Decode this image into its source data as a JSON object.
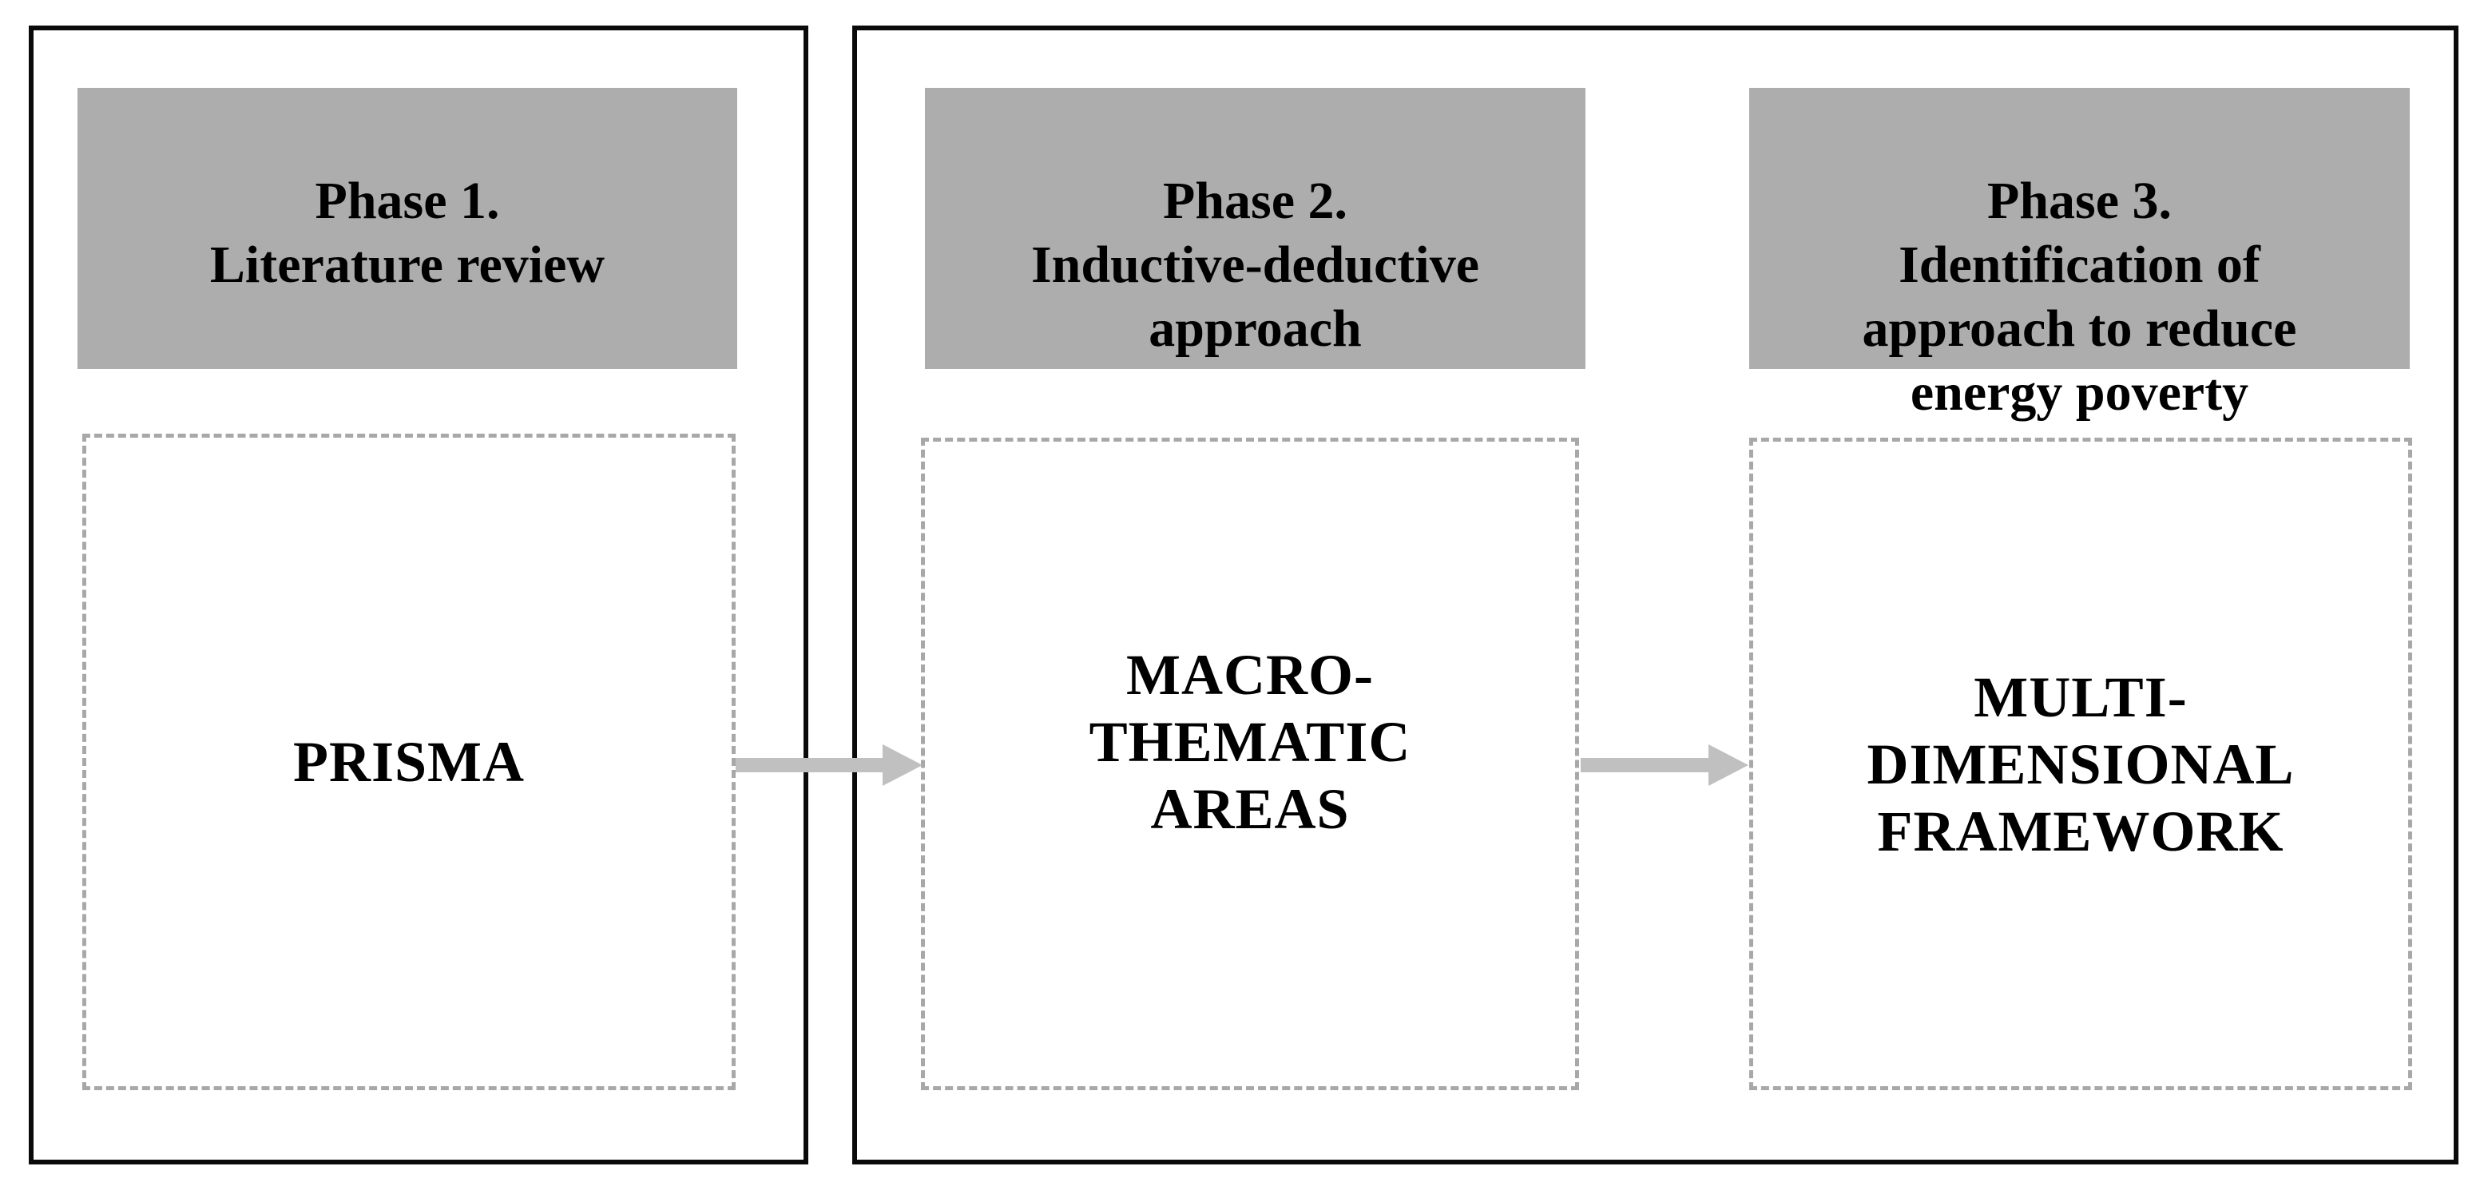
{
  "figure": {
    "type": "flow-diagram",
    "columns": [
      {
        "id": "phase-1",
        "header": "Phase 1.\nLiterature review",
        "body": "PRISMA"
      },
      {
        "id": "phase-2",
        "header": "Phase 2.\nInductive-deductive\napproach",
        "body": "MACRO-\nTHEMATIC\nAREAS"
      },
      {
        "id": "phase-3",
        "header": "Phase 3.\nIdentification of\napproach to reduce\nenergy poverty",
        "body": "MULTI-\nDIMENSIONAL\nFRAMEWORK"
      }
    ],
    "arrows": [
      {
        "from": "phase-1",
        "to": "phase-2",
        "direction": "right"
      },
      {
        "from": "phase-2",
        "to": "phase-3",
        "direction": "right"
      }
    ],
    "colors": {
      "header_fill": "#adadad",
      "dashed_border": "#a8a8a8",
      "arrow": "#c0c0c0",
      "panel_border": "#0a0a0a",
      "text": "#000000",
      "background": "#ffffff"
    }
  }
}
